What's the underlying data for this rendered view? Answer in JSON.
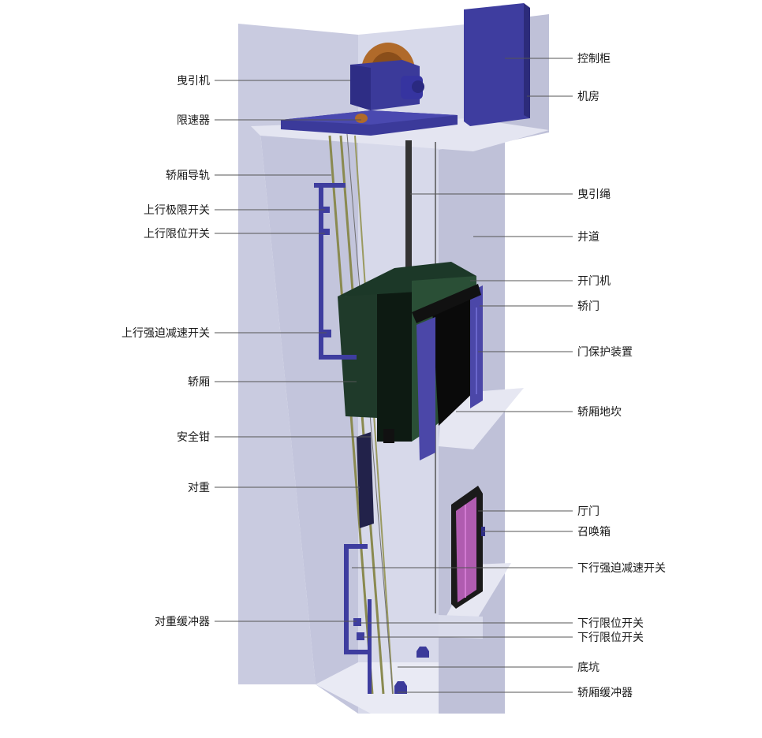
{
  "labels_left": [
    "曳引机",
    "限速器",
    "轿厢导轨",
    "上行极限开关",
    "上行限位开关",
    "上行强迫减速开关",
    "轿厢",
    "安全钳",
    "对重",
    "对重缓冲器"
  ],
  "labels_right": [
    "控制柜",
    "机房",
    "曳引绳",
    "井道",
    "开门机",
    "轿门",
    "门保护装置",
    "轿厢地坎",
    "厅门",
    "召唤箱",
    "下行强迫减速开关",
    "下行限位开关",
    "下行限位开关",
    "底坑",
    "轿厢缓冲器"
  ],
  "colors": {
    "wall": "#c9cbe0",
    "wall_light": "#dcdeee",
    "wall_dark": "#b3b6d0",
    "machine_blue": "#3b3a9a",
    "car_green": "#1f3a2a",
    "door_purple": "#4b47a8",
    "landing_door": "#b05cb0",
    "pulley": "#b06a2a",
    "rail": "#8a8a50",
    "leader": "#555555"
  }
}
